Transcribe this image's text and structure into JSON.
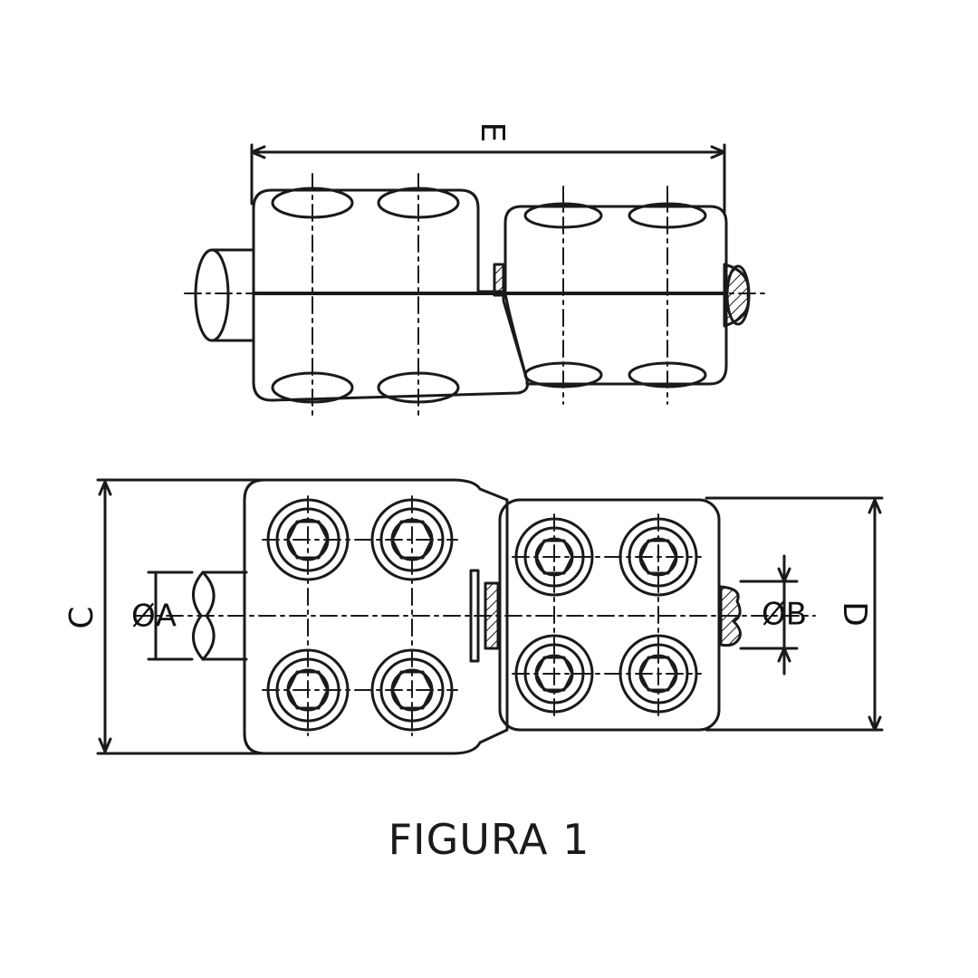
{
  "figure": {
    "caption": "FIGURA 1",
    "dimensions": {
      "E": "E",
      "C": "C",
      "D": "D",
      "A": "ØA",
      "B": "ØB"
    },
    "colors": {
      "line": "#1a1a1a",
      "background": "#ffffff"
    }
  }
}
